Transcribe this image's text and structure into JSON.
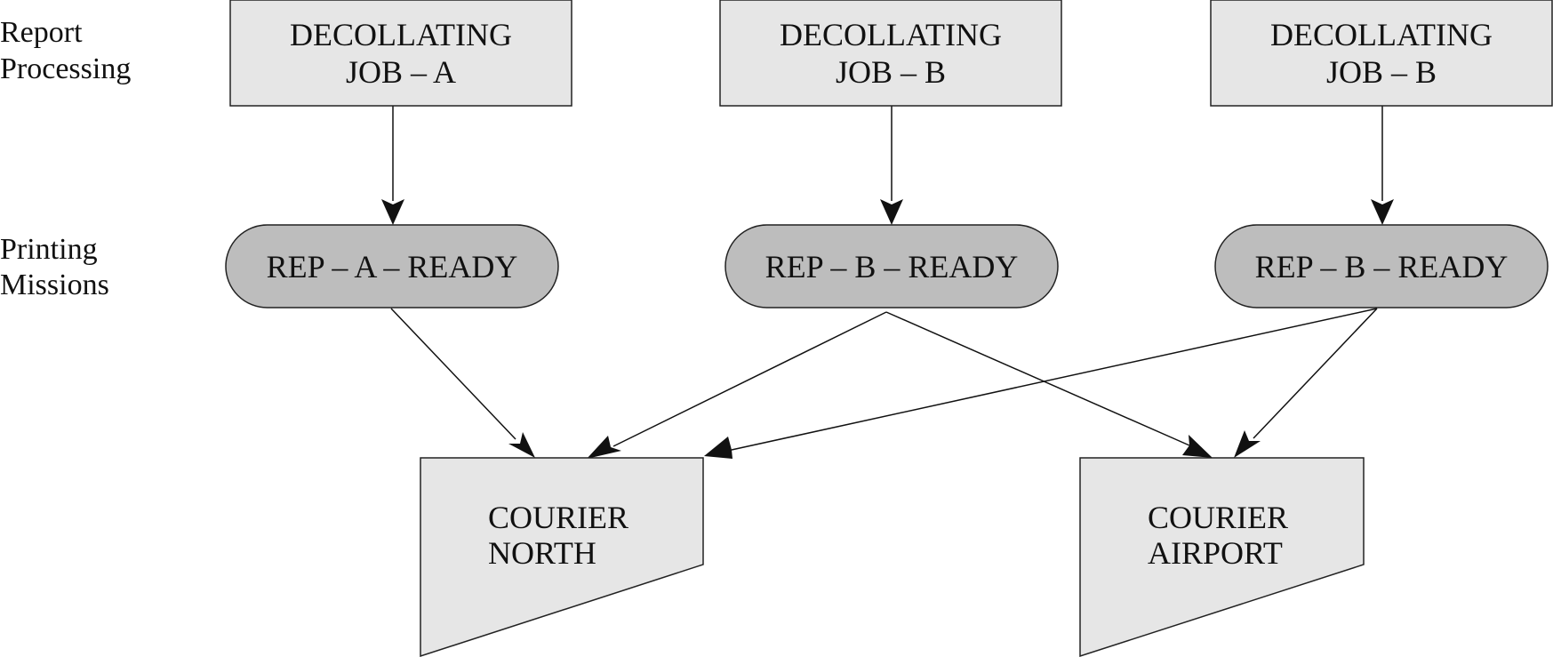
{
  "row_labels": {
    "report_processing": [
      "Report",
      "Processing"
    ],
    "printing_missions": [
      "Printing",
      "Missions"
    ]
  },
  "jobs": [
    {
      "id": "job-a",
      "lines": [
        "DECOLLATING",
        "JOB – A"
      ]
    },
    {
      "id": "job-b1",
      "lines": [
        "DECOLLATING",
        "JOB – B"
      ]
    },
    {
      "id": "job-b2",
      "lines": [
        "DECOLLATING",
        "JOB – B"
      ]
    }
  ],
  "missions": [
    {
      "id": "rep-a",
      "label": "REP – A – READY"
    },
    {
      "id": "rep-b1",
      "label": "REP – B – READY"
    },
    {
      "id": "rep-b2",
      "label": "REP – B – READY"
    }
  ],
  "couriers": [
    {
      "id": "north",
      "lines": [
        "COURIER",
        "NORTH"
      ]
    },
    {
      "id": "airport",
      "lines": [
        "COURIER",
        "AIRPORT"
      ]
    }
  ],
  "edges": [
    {
      "from": "job-a",
      "to": "rep-a"
    },
    {
      "from": "job-b1",
      "to": "rep-b1"
    },
    {
      "from": "job-b2",
      "to": "rep-b2"
    },
    {
      "from": "rep-a",
      "to": "north"
    },
    {
      "from": "rep-b1",
      "to": "north"
    },
    {
      "from": "rep-b1",
      "to": "airport"
    },
    {
      "from": "rep-b2",
      "to": "north"
    },
    {
      "from": "rep-b2",
      "to": "airport"
    }
  ],
  "colors": {
    "box_fill": "#e6e6e6",
    "pill_fill": "#bdbdbd",
    "stroke": "#222222"
  }
}
